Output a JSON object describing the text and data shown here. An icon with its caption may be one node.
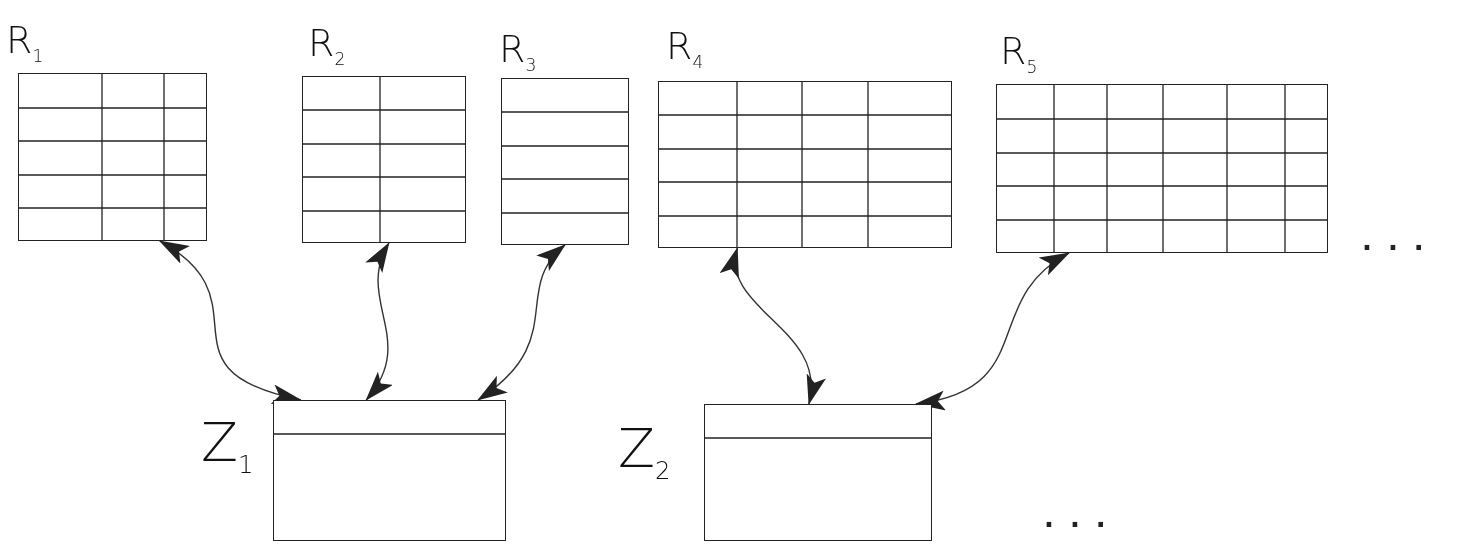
{
  "diagram": {
    "nodes": [
      {
        "text": [
          "R$_{1}$"
        ]
      },
      {
        "text": [
          "R$_{2}$"
        ]
      },
      {
        "text": [
          "R$_{3}$"
        ]
      },
      {
        "text": [
          "R$_{4}$"
        ]
      },
      {
        "text": [
          "R$_{5}$"
        ]
      },
      {
        "text": [
          "Z$_{1}$"
        ]
      },
      {
        "text": [
          "Z$_{2}$"
        ]
      }
    ],
    "edges": [
      {
        "from": 0,
        "to": 5,
        "arrow": "both"
      },
      {
        "from": 1,
        "to": 5,
        "arrow": "both"
      },
      {
        "from": 2,
        "to": 5,
        "arrow": "both"
      },
      {
        "from": 3,
        "to": 6,
        "arrow": "both"
      },
      {
        "from": 4,
        "to": 6,
        "arrow": "both"
      }
    ],
    "labels": [
      "...",
      "..."
    ]
  }
}
